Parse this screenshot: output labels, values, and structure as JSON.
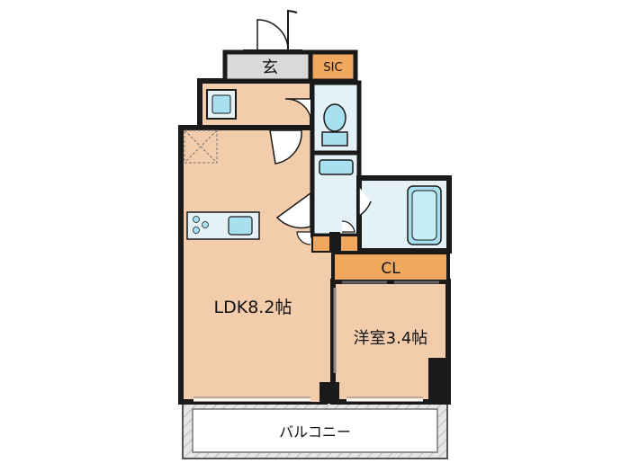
{
  "plan": {
    "rooms": {
      "entrance": "玄",
      "sic": "SIC",
      "ldk": "LDK8.2帖",
      "western_room": "洋室3.4帖",
      "closet": "CL",
      "balcony": "バルコニー"
    },
    "colors": {
      "floor": "#f2ccab",
      "closet": "#f0a75e",
      "entrance": "#d9d9d9",
      "wet_area": "#e4f2f8",
      "fixture": "#a8e0ef",
      "wall": "#1a1a1a",
      "balcony": "#e6e6e6"
    }
  }
}
